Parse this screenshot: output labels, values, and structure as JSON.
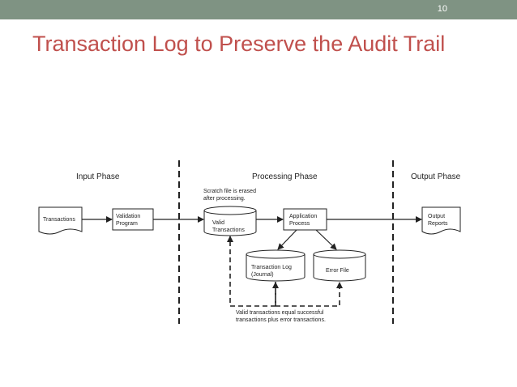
{
  "slide": {
    "number": "10",
    "title": "Transaction Log to Preserve the Audit Trail"
  },
  "diagram": {
    "phases": {
      "input": "Input Phase",
      "processing": "Processing Phase",
      "output": "Output Phase"
    },
    "nodes": {
      "transactions": "Transactions",
      "validation_line1": "Validation",
      "validation_line2": "Program",
      "valid_line1": "Valid",
      "valid_line2": "Transactions",
      "application_line1": "Application",
      "application_line2": "Process",
      "output_line1": "Output",
      "output_line2": "Reports",
      "log_line1": "Transaction Log",
      "log_line2": "(Journal)",
      "error": "Error File"
    },
    "notes": {
      "scratch_line1": "Scratch file is erased",
      "scratch_line2": "after processing.",
      "bottom_line1": "Valid transactions equal successful",
      "bottom_line2": "transactions plus error transactions."
    }
  }
}
